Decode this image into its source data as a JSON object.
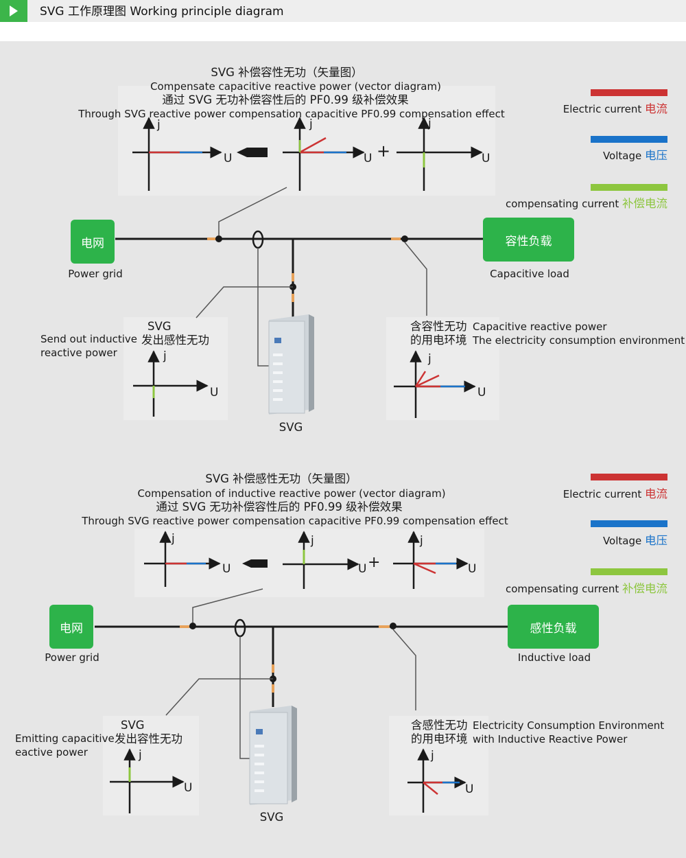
{
  "header": {
    "title": "SVG 工作原理图 Working principle diagram"
  },
  "colors": {
    "current": "#cc3333",
    "voltage": "#1a73c9",
    "compensating": "#8dc63f",
    "box": "#2db34a"
  },
  "axis_labels": {
    "j": "j",
    "u": "U"
  },
  "operators": {
    "plus": "+"
  },
  "top": {
    "title": [
      "SVG 补偿容性无功（矢量图）",
      "Compensate capacitive reactive power (vector diagram)",
      "通过 SVG 无功补偿容性后的 PF0.99 级补偿效果",
      "Through SVG reactive power compensation capacitive PF0.99 compensation effect"
    ],
    "grid_box": "电网",
    "grid_label": "Power grid",
    "load_box": "容性负载",
    "load_label": "Capacitive load",
    "svg_label": "SVG",
    "left_note": {
      "en": [
        "Send out inductive",
        "reactive power"
      ],
      "cn": [
        "SVG",
        "发出感性无功"
      ]
    },
    "right_note": {
      "cn": [
        "含容性无功",
        "的用电环境"
      ],
      "en": [
        "Capacitive reactive power",
        "The electricity consumption environment"
      ]
    }
  },
  "bottom": {
    "title": [
      "SVG 补偿感性无功（矢量图）",
      "Compensation of inductive reactive power (vector diagram)",
      "通过 SVG 无功补偿容性后的 PF0.99 级补偿效果",
      "Through SVG reactive power compensation capacitive PF0.99 compensation effect"
    ],
    "grid_box": "电网",
    "grid_label": "Power grid",
    "load_box": "感性负载",
    "load_label": "Inductive load",
    "svg_label": "SVG",
    "left_note": {
      "en": [
        "Emitting capacitive",
        "eactive power"
      ],
      "cn": [
        "SVG",
        "发出容性无功"
      ]
    },
    "right_note": {
      "cn": [
        "含感性无功",
        "的用电环境"
      ],
      "en": [
        "Electricity Consumption Environment",
        "with Inductive Reactive Power"
      ]
    }
  },
  "legend": {
    "current": {
      "en": "Electric current",
      "cn": "电流"
    },
    "voltage": {
      "en": "Voltage",
      "cn": "电压"
    },
    "compensating": {
      "en": "compensating current",
      "cn": "补偿电流"
    }
  }
}
